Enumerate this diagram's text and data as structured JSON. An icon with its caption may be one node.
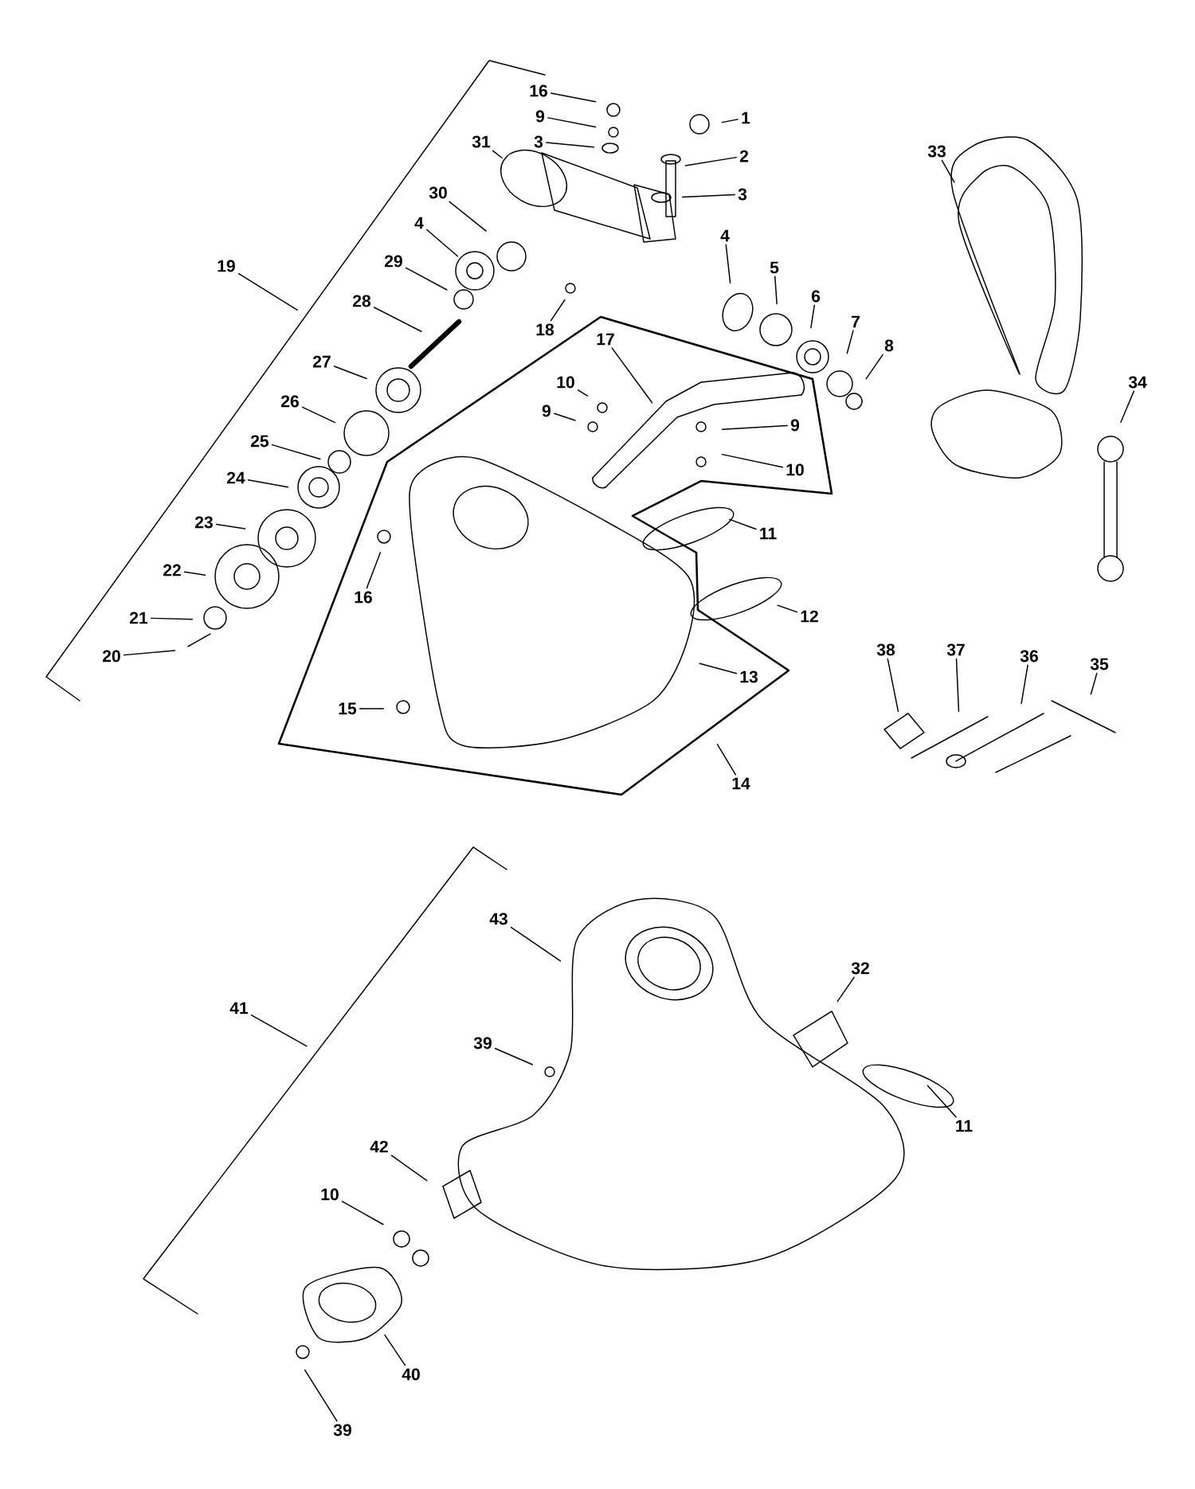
{
  "diagram": {
    "nodes": [
      {
        "text": [
          "16"
        ]
      },
      {
        "text": [
          "9"
        ]
      },
      {
        "text": [
          "1"
        ]
      },
      {
        "text": [
          "31"
        ]
      },
      {
        "text": [
          "3"
        ]
      },
      {
        "text": [
          "2"
        ]
      },
      {
        "text": [
          "3"
        ]
      },
      {
        "text": [
          "30"
        ]
      },
      {
        "text": [
          "4"
        ]
      },
      {
        "text": [
          "4"
        ]
      },
      {
        "text": [
          "29"
        ]
      },
      {
        "text": [
          "19"
        ]
      },
      {
        "text": [
          "5"
        ]
      },
      {
        "text": [
          "6"
        ]
      },
      {
        "text": [
          "28"
        ]
      },
      {
        "text": [
          "7"
        ]
      },
      {
        "text": [
          "18"
        ]
      },
      {
        "text": [
          "8"
        ]
      },
      {
        "text": [
          "17"
        ]
      },
      {
        "text": [
          "27"
        ]
      },
      {
        "text": [
          "10"
        ]
      },
      {
        "text": [
          "26"
        ]
      },
      {
        "text": [
          "9"
        ]
      },
      {
        "text": [
          "9"
        ]
      },
      {
        "text": [
          "25"
        ]
      },
      {
        "text": [
          "10"
        ]
      },
      {
        "text": [
          "24"
        ]
      },
      {
        "text": [
          "23"
        ]
      },
      {
        "text": [
          "11"
        ]
      },
      {
        "text": [
          "22"
        ]
      },
      {
        "text": [
          "16"
        ]
      },
      {
        "text": [
          "12"
        ]
      },
      {
        "text": [
          "21"
        ]
      },
      {
        "text": [
          "20"
        ]
      },
      {
        "text": [
          "13"
        ]
      },
      {
        "text": [
          "15"
        ]
      },
      {
        "text": [
          "14"
        ]
      },
      {
        "text": [
          "33"
        ]
      },
      {
        "text": [
          "34"
        ]
      },
      {
        "text": [
          "38"
        ]
      },
      {
        "text": [
          "37"
        ]
      },
      {
        "text": [
          "36"
        ]
      },
      {
        "text": [
          "35"
        ]
      },
      {
        "text": [
          "43"
        ]
      },
      {
        "text": [
          "32"
        ]
      },
      {
        "text": [
          "41"
        ]
      },
      {
        "text": [
          "39"
        ]
      },
      {
        "text": [
          "11"
        ]
      },
      {
        "text": [
          "42"
        ]
      },
      {
        "text": [
          "10"
        ]
      },
      {
        "text": [
          "40"
        ]
      },
      {
        "text": [
          "39"
        ]
      }
    ],
    "edges": [
      {
        "from": 0,
        "to": null,
        "arrow": "none"
      },
      {
        "from": 1,
        "to": null,
        "arrow": "none"
      },
      {
        "from": 2,
        "to": null,
        "arrow": "none"
      },
      {
        "from": 3,
        "to": null,
        "arrow": "none"
      },
      {
        "from": 4,
        "to": null,
        "arrow": "none"
      },
      {
        "from": 5,
        "to": null,
        "arrow": "none"
      },
      {
        "from": 6,
        "to": null,
        "arrow": "none"
      },
      {
        "from": 7,
        "to": null,
        "arrow": "none"
      },
      {
        "from": 8,
        "to": null,
        "arrow": "none"
      },
      {
        "from": 9,
        "to": null,
        "arrow": "none"
      },
      {
        "from": 10,
        "to": null,
        "arrow": "none"
      },
      {
        "from": 11,
        "to": null,
        "arrow": "none"
      },
      {
        "from": 12,
        "to": null,
        "arrow": "none"
      },
      {
        "from": 13,
        "to": null,
        "arrow": "none"
      },
      {
        "from": 14,
        "to": null,
        "arrow": "none"
      },
      {
        "from": 15,
        "to": null,
        "arrow": "none"
      },
      {
        "from": 16,
        "to": null,
        "arrow": "none"
      },
      {
        "from": 17,
        "to": null,
        "arrow": "none"
      },
      {
        "from": 18,
        "to": null,
        "arrow": "none"
      },
      {
        "from": 19,
        "to": null,
        "arrow": "none"
      },
      {
        "from": 20,
        "to": null,
        "arrow": "none"
      },
      {
        "from": 21,
        "to": null,
        "arrow": "none"
      },
      {
        "from": 22,
        "to": null,
        "arrow": "none"
      },
      {
        "from": 23,
        "to": null,
        "arrow": "none"
      },
      {
        "from": 24,
        "to": null,
        "arrow": "none"
      },
      {
        "from": 25,
        "to": null,
        "arrow": "none"
      },
      {
        "from": 26,
        "to": null,
        "arrow": "none"
      },
      {
        "from": 27,
        "to": null,
        "arrow": "none"
      },
      {
        "from": 28,
        "to": null,
        "arrow": "none"
      },
      {
        "from": 29,
        "to": null,
        "arrow": "none"
      },
      {
        "from": 30,
        "to": null,
        "arrow": "none"
      },
      {
        "from": 31,
        "to": null,
        "arrow": "none"
      },
      {
        "from": 32,
        "to": null,
        "arrow": "none"
      },
      {
        "from": 33,
        "to": null,
        "arrow": "none"
      },
      {
        "from": 34,
        "to": null,
        "arrow": "none"
      },
      {
        "from": 35,
        "to": null,
        "arrow": "none"
      },
      {
        "from": 36,
        "to": null,
        "arrow": "none"
      },
      {
        "from": 37,
        "to": null,
        "arrow": "none"
      },
      {
        "from": 38,
        "to": null,
        "arrow": "none"
      },
      {
        "from": 39,
        "to": null,
        "arrow": "none"
      },
      {
        "from": 40,
        "to": null,
        "arrow": "none"
      },
      {
        "from": 41,
        "to": null,
        "arrow": "none"
      },
      {
        "from": 42,
        "to": null,
        "arrow": "none"
      },
      {
        "from": 43,
        "to": null,
        "arrow": "none"
      },
      {
        "from": 44,
        "to": null,
        "arrow": "none"
      },
      {
        "from": 45,
        "to": null,
        "arrow": "none"
      },
      {
        "from": 46,
        "to": null,
        "arrow": "none"
      },
      {
        "from": 47,
        "to": null,
        "arrow": "none"
      },
      {
        "from": 48,
        "to": null,
        "arrow": "none"
      },
      {
        "from": 49,
        "to": null,
        "arrow": "none"
      },
      {
        "from": 50,
        "to": null,
        "arrow": "none"
      },
      {
        "from": 51,
        "to": null,
        "arrow": "none"
      }
    ]
  }
}
